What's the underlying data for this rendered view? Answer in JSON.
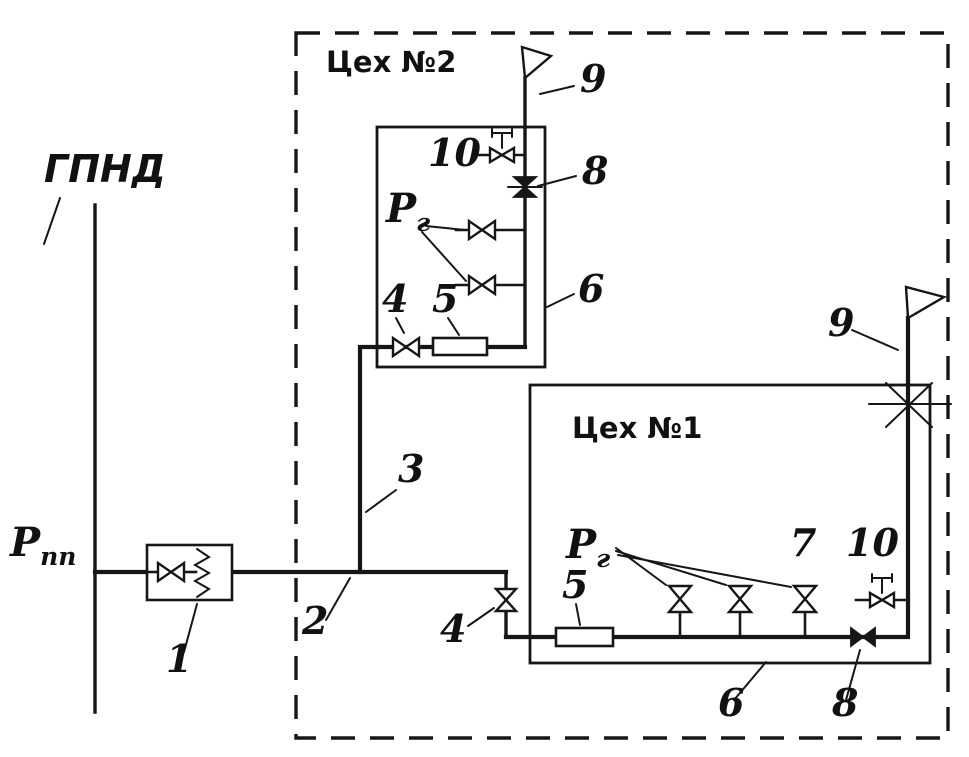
{
  "labels": {
    "supply_main": "ГПНД",
    "workshop2": "Цех №2",
    "workshop1": "Цех №1",
    "p_letter": "Р",
    "p_sub_inlet": "пп",
    "p_sub_gas": "г"
  },
  "callouts": {
    "c1": "1",
    "c2": "2",
    "c3": "3",
    "c4": "4",
    "c5": "5",
    "c6": "6",
    "c7": "7",
    "c8": "8",
    "c9": "9",
    "c10": "10"
  }
}
